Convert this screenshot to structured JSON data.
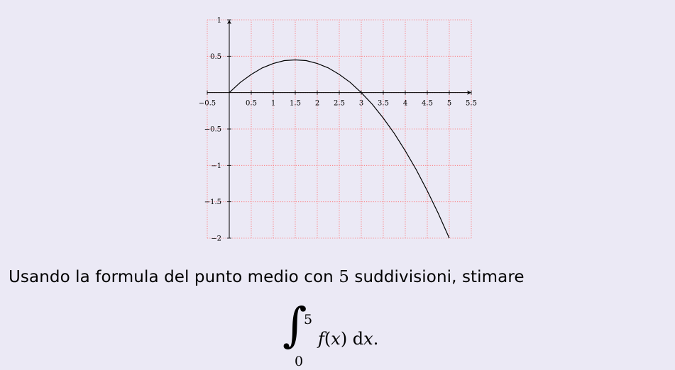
{
  "chart_data": {
    "type": "line",
    "title": "",
    "xlabel": "",
    "ylabel": "",
    "xlim": [
      -0.5,
      5.5
    ],
    "ylim": [
      -2,
      1
    ],
    "grid": true,
    "grid_color": "#ff6b6b",
    "line_color": "#000000",
    "x_ticks": [
      "−0.5",
      "0.5",
      "1",
      "1.5",
      "2",
      "2.5",
      "3",
      "3.5",
      "4",
      "4.5",
      "5",
      "5.5"
    ],
    "x_tick_values": [
      -0.5,
      0.5,
      1,
      1.5,
      2,
      2.5,
      3,
      3.5,
      4,
      4.5,
      5,
      5.5
    ],
    "y_ticks": [
      "1",
      "0.5",
      "−0.5",
      "−1",
      "−1.5",
      "−2"
    ],
    "y_tick_values": [
      1,
      0.5,
      -0.5,
      -1,
      -1.5,
      -2
    ],
    "series": [
      {
        "x": [
          0,
          0.25,
          0.5,
          0.75,
          1,
          1.25,
          1.5,
          1.75,
          2,
          2.25,
          2.5,
          2.75,
          3,
          3.25,
          3.5,
          3.75,
          4,
          4.25,
          4.5,
          4.75,
          5
        ],
        "y": [
          0,
          0.14,
          0.25,
          0.34,
          0.4,
          0.44,
          0.45,
          0.44,
          0.4,
          0.34,
          0.25,
          0.14,
          0,
          -0.16,
          -0.35,
          -0.56,
          -0.8,
          -1.06,
          -1.35,
          -1.66,
          -2.0
        ]
      }
    ]
  },
  "question": {
    "text_before": "Usando la formula del punto medio con ",
    "number": "5",
    "text_after": " suddivisioni, stimare"
  },
  "formula": {
    "integral_sign": "∫",
    "upper_limit": "5",
    "lower_limit": "0",
    "integrand": "f(x) dx."
  }
}
